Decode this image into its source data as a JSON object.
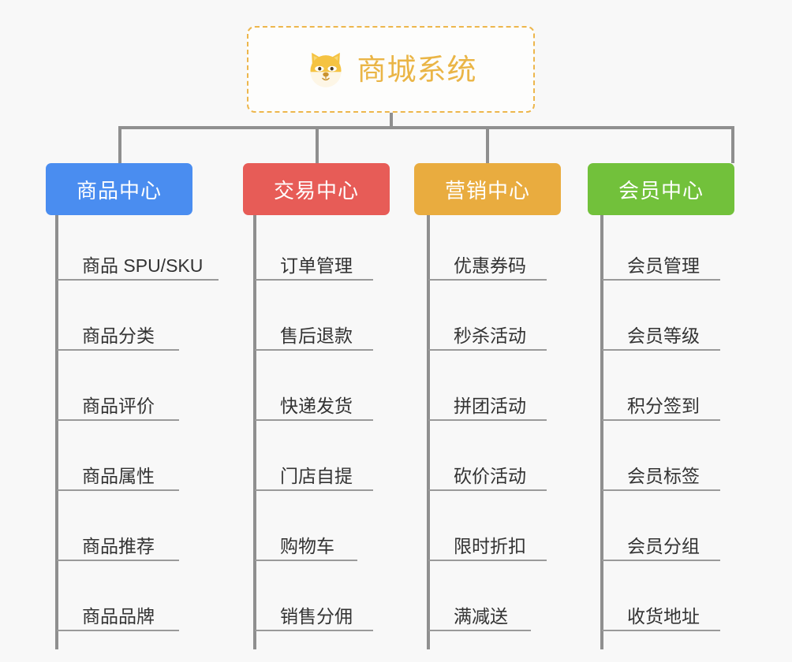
{
  "page": {
    "background_color": "#f8f8f8",
    "type": "org-chart"
  },
  "root": {
    "title": "商城系统",
    "icon": "shiba-dog-face-emoji",
    "text_color": "#eab546",
    "border_color": "#edb64c",
    "background_color": "#fdfdfc"
  },
  "connector_color": "#8f8f8f",
  "columns": [
    {
      "header": "商品中心",
      "color": "#4a8df0",
      "items": [
        "商品 SPU/SKU",
        "商品分类",
        "商品评价",
        "商品属性",
        "商品推荐",
        "商品品牌"
      ]
    },
    {
      "header": "交易中心",
      "color": "#e75c57",
      "items": [
        "订单管理",
        "售后退款",
        "快递发货",
        "门店自提",
        "购物车",
        "销售分佣"
      ]
    },
    {
      "header": "营销中心",
      "color": "#e9ac3f",
      "items": [
        "优惠券码",
        "秒杀活动",
        "拼团活动",
        "砍价活动",
        "限时折扣",
        "满减送"
      ]
    },
    {
      "header": "会员中心",
      "color": "#72c13b",
      "items": [
        "会员管理",
        "会员等级",
        "积分签到",
        "会员标签",
        "会员分组",
        "收货地址"
      ]
    }
  ]
}
